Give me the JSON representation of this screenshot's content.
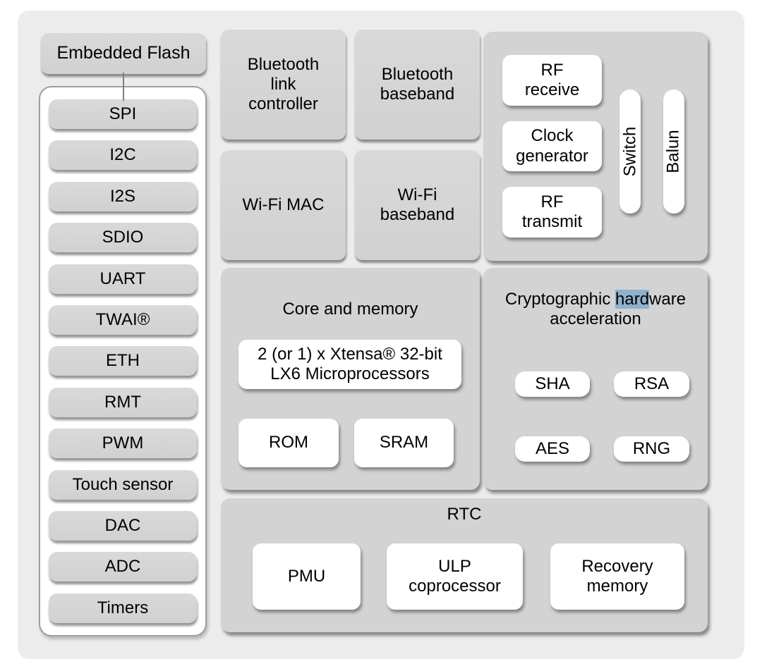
{
  "colors": {
    "chip_background": "#ececec",
    "block_gray": "#d3d3d3",
    "white_block": "#ffffff",
    "text": "#000000",
    "search_highlight": "#8fb1cd"
  },
  "flash": {
    "label": "Embedded Flash"
  },
  "peripherals": {
    "items": [
      "SPI",
      "I2C",
      "I2S",
      "SDIO",
      "UART",
      "TWAI®",
      "ETH",
      "RMT",
      "PWM",
      "Touch sensor",
      "DAC",
      "ADC",
      "Timers"
    ]
  },
  "radio": {
    "bt_link": "Bluetooth link controller",
    "bt_baseband": "Bluetooth baseband",
    "wifi_mac": "Wi-Fi MAC",
    "wifi_baseband": "Wi-Fi baseband"
  },
  "rf": {
    "receive": "RF receive",
    "clock": "Clock generator",
    "transmit": "RF transmit",
    "switch": "Switch",
    "balun": "Balun"
  },
  "core": {
    "title": "Core and memory",
    "cpu": "2 (or 1) x Xtensa® 32-bit LX6 Microprocessors",
    "rom": "ROM",
    "sram": "SRAM"
  },
  "crypto": {
    "title_pre": "Cryptographic ",
    "title_highlighted": "hard",
    "title_post": "ware",
    "title_line2": "acceleration",
    "sha": "SHA",
    "rsa": "RSA",
    "aes": "AES",
    "rng": "RNG"
  },
  "rtc": {
    "title": "RTC",
    "pmu": "PMU",
    "ulp": "ULP coprocessor",
    "recovery": "Recovery memory"
  }
}
